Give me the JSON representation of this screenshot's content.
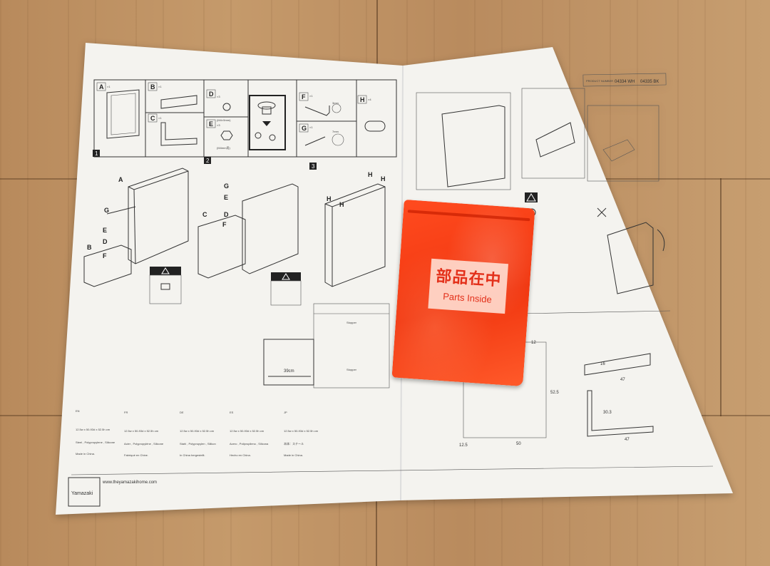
{
  "product_number": {
    "label": "PRODUCT NUMBER",
    "white": "04334 WH",
    "black": "04335 BK"
  },
  "parts": [
    {
      "letter": "A",
      "qty": "×1"
    },
    {
      "letter": "B",
      "qty": "×1"
    },
    {
      "letter": "C",
      "qty": "×1"
    },
    {
      "letter": "D",
      "qty": "×3",
      "spec": "(M4×5mm)"
    },
    {
      "letter": "E",
      "qty": "×3",
      "spec": "(M4mm用)"
    },
    {
      "letter": "F",
      "qty": "×1",
      "spec": "3mm"
    },
    {
      "letter": "G",
      "qty": "×1",
      "spec": "7mm"
    },
    {
      "letter": "H",
      "qty": "×4"
    }
  ],
  "steps": [
    "1",
    "2",
    "3"
  ],
  "stopper_label": "Stopper",
  "measure_39": "39cm",
  "dims": {
    "d12": "12",
    "d525": "52.5",
    "d125": "12.5",
    "d50": "50",
    "d47a": "47",
    "d47b": "47",
    "d303": "30.3",
    "d16": "16"
  },
  "lang_columns": [
    {
      "code": "EN",
      "size": "12.5w x 50-93d x 52.5h cm",
      "material": "Steel , Polypropylene , Silicone",
      "origin": "Made in China."
    },
    {
      "code": "FR",
      "size": "12.5w x 50-93d x 52.5h cm",
      "material": "Acier , Polypropylène , Silicone",
      "origin": "Fabriqué en Chine."
    },
    {
      "code": "DE",
      "size": "12.5w x 50-93d x 52.5h cm",
      "material": "Stahl , Polypropylen , Silikon",
      "origin": "In China hergestellt."
    },
    {
      "code": "ES",
      "size": "12.5w x 50-93d x 52.5h cm",
      "material": "Acero , Polipropileno , Silicona",
      "origin": "Hecho en China."
    },
    {
      "code": "JP",
      "size": "12.5w x 50-93d x 52.5h cm",
      "material": "本体：スチール",
      "origin": "Made in China."
    }
  ],
  "brand": "Yamazaki",
  "website": "www.theyamazakihome.com",
  "bag": {
    "jp": "部品在中",
    "en": "Parts Inside"
  }
}
